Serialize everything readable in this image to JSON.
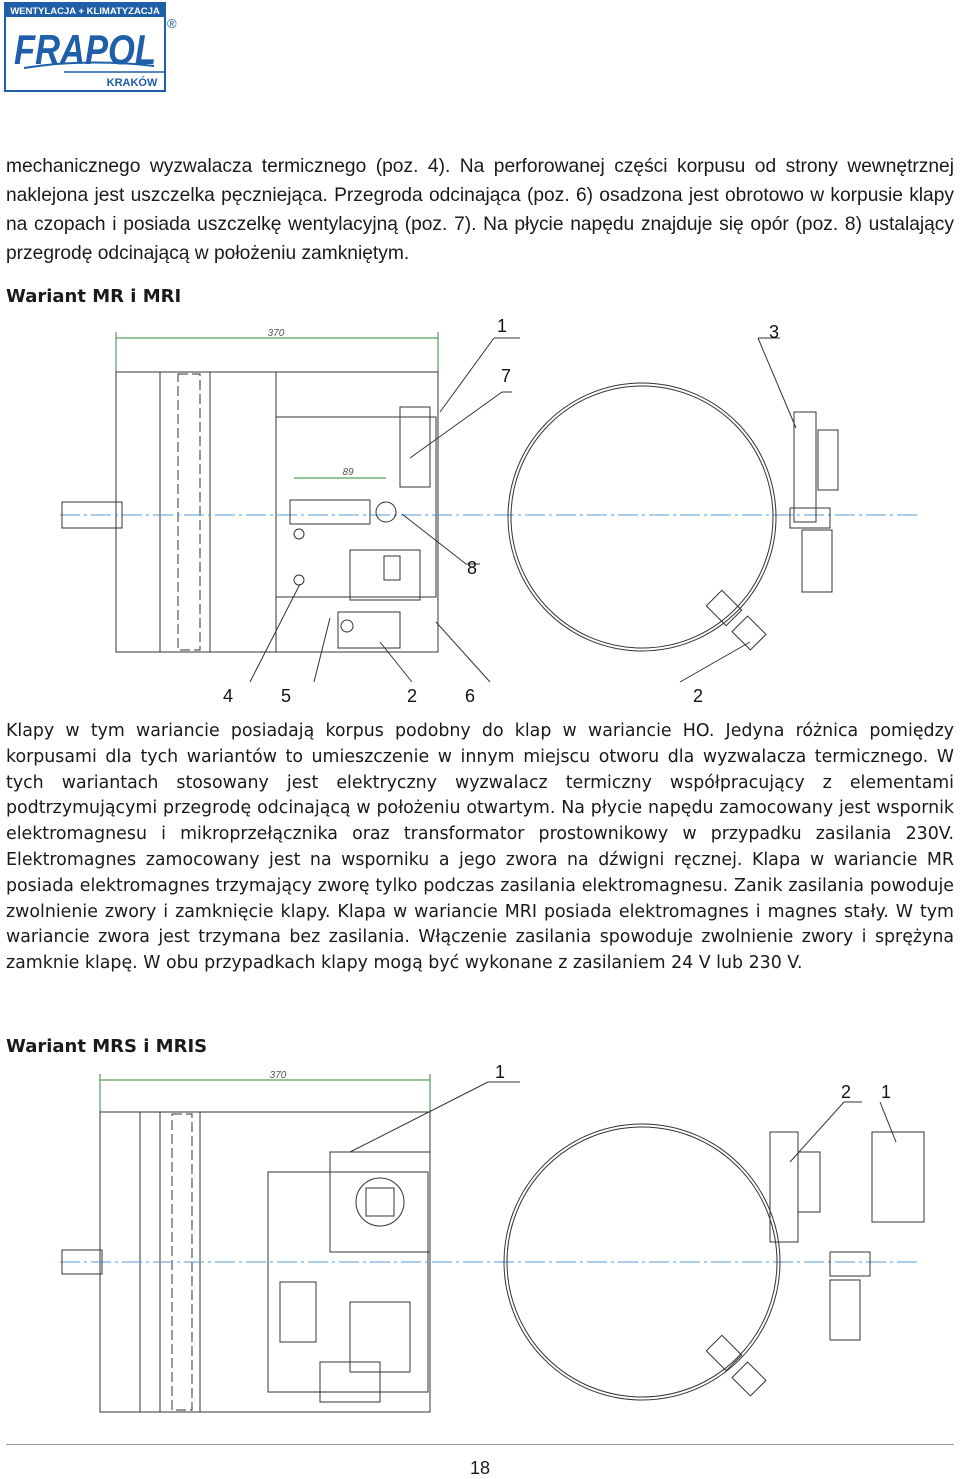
{
  "header": {
    "tagline": "WENTYLACJA + KLIMATYZACJA",
    "brand": "FRAPOL",
    "registered": "®",
    "city": "KRAKÓW"
  },
  "intro_text": "mechanicznego wyzwalacza termicznego (poz. 4). Na perforowanej części korpusu od strony wewnętrznej naklejona jest uszczelka pęczniejąca. Przegroda odcinająca (poz. 6) osadzona jest obrotowo w korpusie klapy na czopach i posiada uszczelkę wentylacyjną (poz. 7). Na płycie napędu znajduje się opór (poz. 8) ustalający przegrodę odcinającą w położeniu zamkniętym.",
  "section1": {
    "heading": "Wariant MR i MRI",
    "drawing": {
      "dim_main": "370",
      "dim_inner": "89",
      "callouts": [
        "1",
        "3",
        "7",
        "8",
        "4",
        "5",
        "2",
        "6",
        "2"
      ]
    }
  },
  "body_text": "Klapy w tym wariancie posiadają korpus podobny do klap w wariancie HO. Jedyna różnica pomiędzy korpusami dla tych wariantów to umieszczenie w innym miejscu otworu dla wyzwalacza termicznego. W tych wariantach stosowany jest elektryczny wyzwalacz termiczny współpracujący z elementami podtrzymującymi przegrodę odcinającą w położeniu otwartym. Na płycie napędu zamocowany jest wspornik elektromagnesu i mikroprzełącznika oraz transformator prostownikowy w przypadku zasilania 230V. Elektromagnes zamocowany jest na wsporniku a jego zwora na dźwigni ręcznej. Klapa w wariancie MR posiada elektromagnes trzymający zworę tylko podczas zasilania elektromagnesu. Zanik zasilania powoduje zwolnienie zwory i zamknięcie klapy. Klapa w wariancie MRI posiada elektromagnes i magnes stały. W tym wariancie zwora jest trzymana bez zasilania. Włączenie zasilania spowoduje zwolnienie zwory i sprężyna zamknie klapę. W obu przypadkach klapy mogą być wykonane z zasilaniem 24 V lub 230 V.",
  "section2": {
    "heading": "Wariant MRS i MRIS",
    "drawing": {
      "dim_main": "370",
      "callouts": [
        "1",
        "2",
        "1"
      ]
    }
  },
  "page_number": "18",
  "colors": {
    "logo_blue": "#1f5ea8",
    "logo_frame": "#1f5ea8",
    "drawing_line": "#333333",
    "dimension_green": "#2e8b3a",
    "axis_blue": "#5a9bd5"
  }
}
